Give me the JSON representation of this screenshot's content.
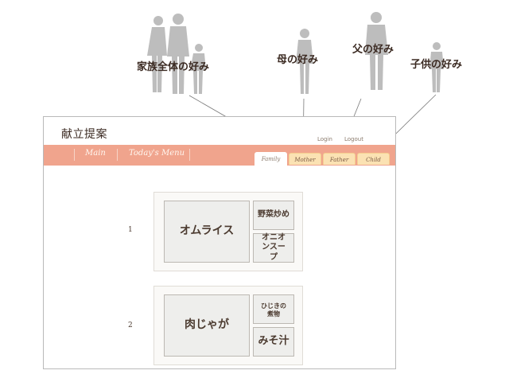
{
  "annotations": {
    "family": "家族全体の好み",
    "mother": "母の好み",
    "father": "父の好み",
    "child": "子供の好み"
  },
  "app": {
    "title": "献立提案",
    "login_label": "Login",
    "logout_label": "Logout"
  },
  "nav": {
    "items": [
      "Main",
      "Today's Menu"
    ]
  },
  "preference_tabs": {
    "items": [
      "Family",
      "Mother",
      "Father",
      "Child"
    ],
    "active": "Family"
  },
  "menus": [
    {
      "index": "1",
      "main_dish": "オムライス",
      "side_dishes": [
        "野菜炒め",
        "オニオンスープ"
      ]
    },
    {
      "index": "2",
      "main_dish": "肉じゃが",
      "side_dishes": [
        "ひじきの煮物",
        "みそ汁"
      ]
    }
  ],
  "colors": {
    "nav_bar": "#f0a48d",
    "tab_inactive": "#fbe2b3",
    "card_bg": "#faf9f7",
    "dish_bg": "#eeeeec",
    "text": "#4b3a2f"
  },
  "icons": [
    "family-silhouette-icon",
    "mother-silhouette-icon",
    "father-silhouette-icon",
    "child-silhouette-icon"
  ]
}
